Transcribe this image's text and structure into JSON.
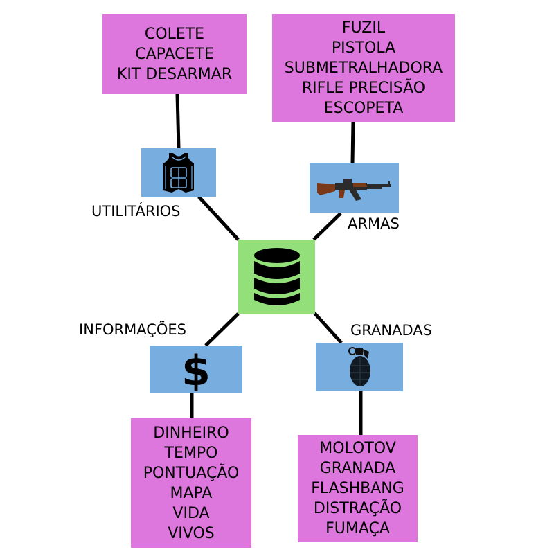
{
  "center": {
    "icon": "database-icon",
    "color": "#93e07a"
  },
  "categories": [
    {
      "key": "utilitarios",
      "label": "UTILITÁRIOS",
      "icon": "vest-icon",
      "items": [
        "COLETE",
        "CAPACETE",
        "KIT DESARMAR"
      ]
    },
    {
      "key": "armas",
      "label": "ARMAS",
      "icon": "rifle-icon",
      "items": [
        "FUZIL",
        "PISTOLA",
        "SUBMETRALHADORA",
        "RIFLE PRECISÃO",
        "ESCOPETA"
      ]
    },
    {
      "key": "informacoes",
      "label": "INFORMAÇÕES",
      "icon": "dollar-icon",
      "items": [
        "DINHEIRO",
        "TEMPO",
        "PONTUAÇÃO",
        "MAPA",
        "VIDA",
        "VIVOS"
      ]
    },
    {
      "key": "granadas",
      "label": "GRANADAS",
      "icon": "grenade-icon",
      "items": [
        "MOLOTOV",
        "GRANADA",
        "FLASHBANG",
        "DISTRAÇÃO",
        "FUMAÇA"
      ]
    }
  ],
  "colors": {
    "item_box": "#dd77dd",
    "icon_box": "#77aedf",
    "center_box": "#93e07a",
    "connector": "#000000"
  }
}
